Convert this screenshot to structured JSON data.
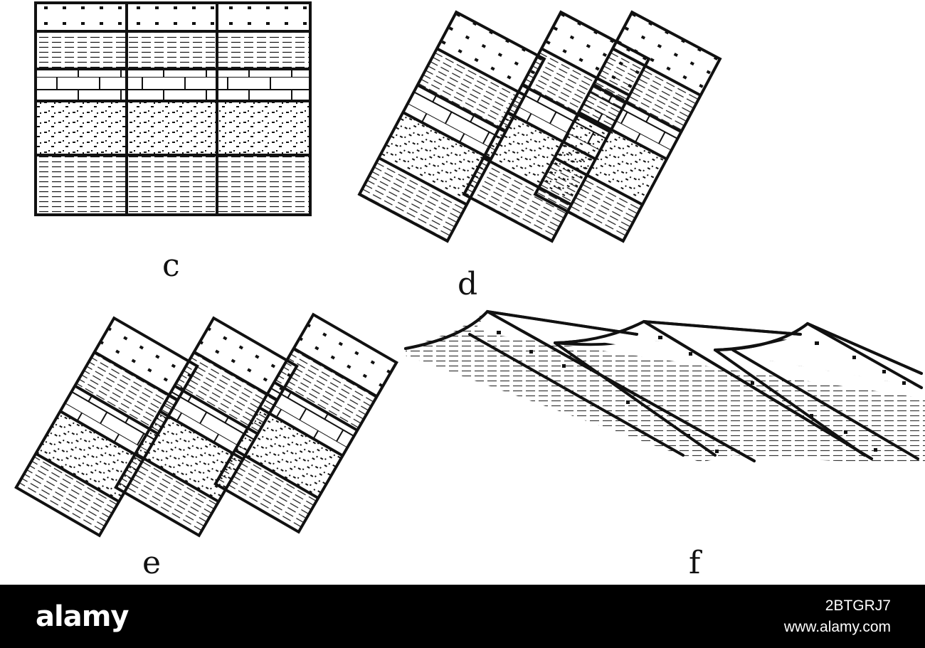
{
  "panels": [
    {
      "id": "c",
      "label": "c"
    },
    {
      "id": "d",
      "label": "d"
    },
    {
      "id": "e",
      "label": "e"
    },
    {
      "id": "f",
      "label": "f"
    }
  ],
  "strata": [
    "conglomerate",
    "shale",
    "limestone",
    "sandstone",
    "shale"
  ],
  "colors": {
    "ink": "#111111",
    "paper": "#ffffff",
    "banner": "#000000"
  },
  "footer": {
    "brand": "alamy",
    "image_id": "2BTGRJ7",
    "site": "www.alamy.com"
  }
}
